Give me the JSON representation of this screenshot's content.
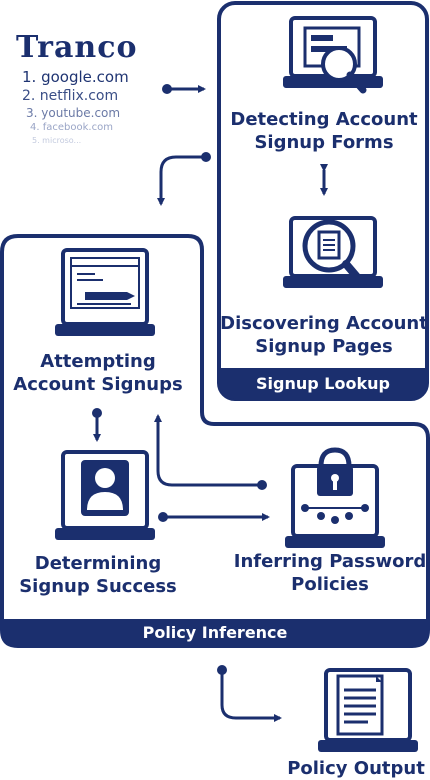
{
  "source": {
    "name": "Tranco",
    "list": [
      "1. google.com",
      "2. netflix.com",
      "3. youtube.com",
      "4. facebook.com",
      "5. microso..."
    ]
  },
  "stages": {
    "detect": "Detecting Account\nSignup Forms",
    "discover": "Discovering Account\nSignup Pages",
    "attempt": "Attempting\nAccount Signups",
    "determine": "Determining\nSignup Success",
    "infer": "Inferring Password\nPolicies",
    "output": "Policy Output"
  },
  "groups": {
    "lookup": "Signup Lookup",
    "inference": "Policy Inference"
  },
  "colors": {
    "navy": "#1b2f6e",
    "white": "#ffffff"
  }
}
